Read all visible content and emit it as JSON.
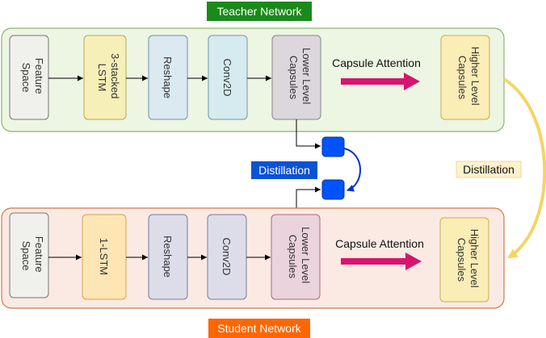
{
  "teacher": {
    "title": "Teacher Network",
    "title_bg": "#1a8a1a",
    "panel_fill": "#edf5e3",
    "panel_stroke": "#8fb36e",
    "blocks": {
      "feature": "Feature Space",
      "lstm": "3-stacked LSTM",
      "reshape": "Reshape",
      "conv": "Conv2D",
      "lower": "Lower Level Capsules",
      "higher": "Higher Level Capsules"
    },
    "attention": "Capsule Attention"
  },
  "student": {
    "title": "Student Network",
    "title_bg": "#ff6600",
    "panel_fill": "#fbeae4",
    "panel_stroke": "#cc7a4a",
    "blocks": {
      "feature": "Feature Space",
      "lstm": "1-LSTM",
      "reshape": "Reshape",
      "conv": "Conv2D",
      "lower": "Lower Level Capsules",
      "higher": "Higher Level Capsules"
    },
    "attention": "Capsule Attention"
  },
  "distillation_left": "Distillation",
  "distillation_right": "Distillation",
  "colors": {
    "feature_fill": "#f0f0ec",
    "lstm_teacher_fill": "#f7efb8",
    "lstm_student_fill": "#fde6b4",
    "reshape_fill": "#dbe9f0",
    "conv_teacher_fill": "#d6ebef",
    "conv_student_fill": "#dcdde8",
    "lower_teacher_fill": "#dcd7dc",
    "lower_student_fill": "#ead3dd",
    "higher_fill": "#fbedb6",
    "attention_arrow": "#d6166e",
    "distill_node": "#0053ff",
    "distill_label_bg": "#0a52d6",
    "distill_right_bg": "#fff2cc",
    "yellow_arrow": "#f5d463"
  }
}
